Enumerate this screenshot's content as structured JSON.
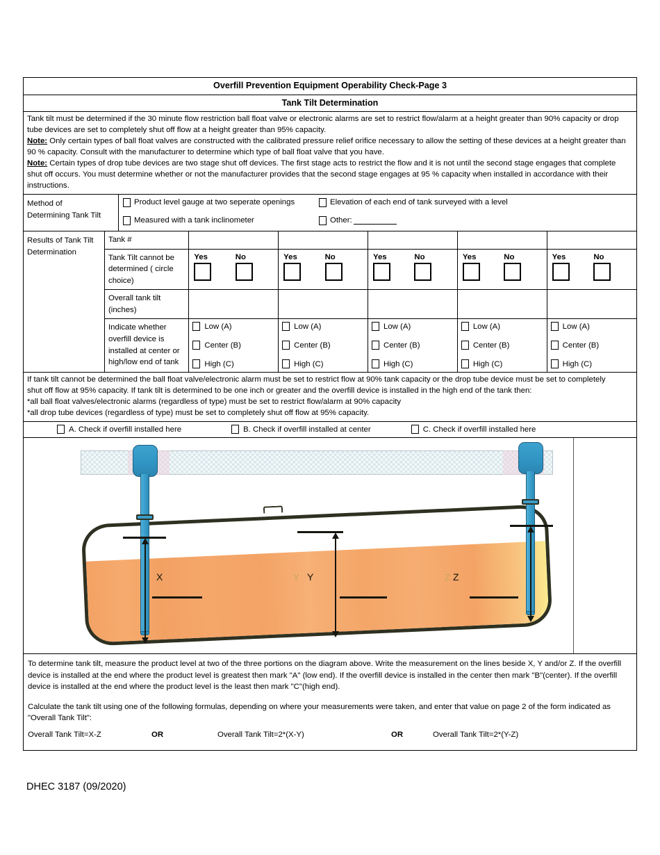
{
  "header": {
    "title": "Overfill Prevention Equipment Operability Check-Page 3",
    "subtitle": "Tank Tilt Determination"
  },
  "intro": {
    "p1": "Tank tilt must be determined if the 30 minute flow restriction ball float valve or electronic alarms are set to restrict flow/alarm at a height greater than 90% capacity or drop tube devices are set to completely shut off flow at a height greater than 95% capacity.",
    "note1_label": "Note:",
    "note1": " Only certain types of ball float valves are constructed with the calibrated pressure relief orifice necessary to allow the setting of these devices at a height greater than 90 % capacity. Consult with the manufacturer to determine which type of ball float valve that you have.",
    "note2_label": "Note:",
    "note2": " Certain types of drop tube devices are two stage shut off devices. The first stage acts to restrict the flow and it is not until the second stage engages that complete shut off occurs. You must determine whether or not the manufacturer provides that the second stage engages at 95 % capacity when installed in accordance with their instructions."
  },
  "method": {
    "label_line1": "Method of",
    "label_line2": "Determining Tank Tilt",
    "options": [
      "Product level gauge at two seperate openings",
      "Elevation of each end of tank surveyed with a level",
      "Measured with a tank inclinometer",
      "Other: "
    ]
  },
  "results": {
    "label_line1": "Results of Tank Tilt",
    "label_line2": "Determination",
    "rows": {
      "tank_number": "Tank #",
      "cannot_determine": "Tank Tilt cannot be determined ( circle choice)",
      "overall_tilt": "Overall tank tilt (inches)",
      "indicate": "Indicate whether overfill device is installed at center or high/low end of tank"
    },
    "yes_label": "Yes",
    "no_label": "No",
    "device_options": [
      "Low (A)",
      "Center (B)",
      "High (C)"
    ],
    "column_count": 5
  },
  "tilt_rules": {
    "l1": "If tank tilt cannot be determined the ball float valve/electronic alarm must be set to restrict flow at 90% tank capacity or the drop tube device must be set to completely",
    "l2": "shut off flow at 95% capacity. If tank tilt is determined to be one inch or greater and the overfill device is installed in the high end of the tank then:",
    "l3": "*all ball float valves/electronic alarms (regardless of type) must be set to restrict flow/alarm at 90% capacity",
    "l4": "*all drop tube devices (regardless of type) must be set to completely shut off flow at 95% capacity."
  },
  "abc_row": {
    "a": "A. Check if overfill installed here",
    "b": "B. Check if overfill installed at center",
    "c": "C. Check if overfill installed here"
  },
  "diagram": {
    "label_x": "X",
    "label_y": "Y",
    "label_z": "Z",
    "ghost_y": "Y",
    "ghost_z": "Z",
    "colors": {
      "liquid": "#f5a35c",
      "gauge_blue": "#389ccb",
      "tank_outline": "#2e3121",
      "wall_checker": "#d8e7eb"
    }
  },
  "instructions": {
    "p1": "To determine tank tilt, measure the product level at two of the three portions on the diagram above. Write the measurement on the lines beside X, Y and/or Z. If the overfill device is installed at the end where the product level is greatest then mark \"A\" (low end). If the overfill device is installed in the center then mark \"B\"(center). If the overfill device is installed at the end where the product level is the least then mark \"C\"(high end).",
    "p2": "Calculate the tank tilt using one of the following formulas, depending on where your measurements were taken, and enter that value on page 2 of the form indicated  as \"Overall Tank Tilt\":"
  },
  "formulas": {
    "f1": "Overall Tank Tilt=X-Z",
    "or1": "OR",
    "f2": "Overall Tank Tilt=2*(X-Y)",
    "or2": "OR",
    "f3": "Overall Tank Tilt=2*(Y-Z)"
  },
  "footer": {
    "code": "DHEC 3187 (09/2020)"
  }
}
